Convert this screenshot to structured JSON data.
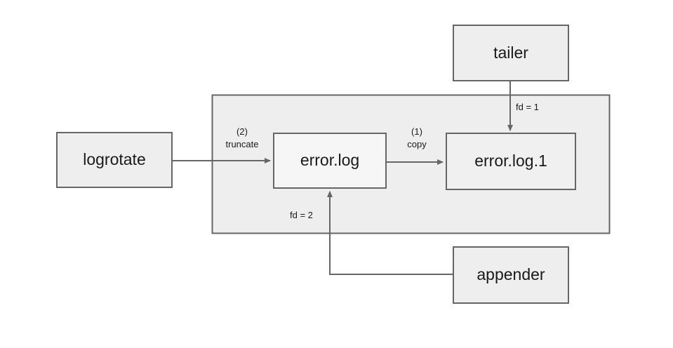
{
  "diagram": {
    "title": "log rotation file descriptor diagram",
    "background": "#ffffff",
    "stroke_color": "#666666",
    "node_fill": "#eeeeee",
    "container_fill": "#eeeeee",
    "text_color": "#1a1a1a",
    "container": {
      "name": "log-directory-container",
      "label": ""
    },
    "nodes": [
      {
        "id": "tailer",
        "label": "tailer"
      },
      {
        "id": "logrotate",
        "label": "logrotate"
      },
      {
        "id": "error_log",
        "label": "error.log"
      },
      {
        "id": "error_log_1",
        "label": "error.log.1"
      },
      {
        "id": "appender",
        "label": "appender"
      }
    ],
    "edges": [
      {
        "id": "logrotate-to-error-log",
        "from": "logrotate",
        "to": "error_log",
        "label_line1": "(2)",
        "label_line2": "truncate"
      },
      {
        "id": "error-log-to-error-log-1",
        "from": "error_log",
        "to": "error_log_1",
        "label_line1": "(1)",
        "label_line2": "copy"
      },
      {
        "id": "tailer-to-error-log-1",
        "from": "tailer",
        "to": "error_log_1",
        "label_line1": "fd = 1",
        "label_line2": ""
      },
      {
        "id": "appender-to-error-log",
        "from": "appender",
        "to": "error_log",
        "label_line1": "fd = 2",
        "label_line2": ""
      }
    ]
  }
}
